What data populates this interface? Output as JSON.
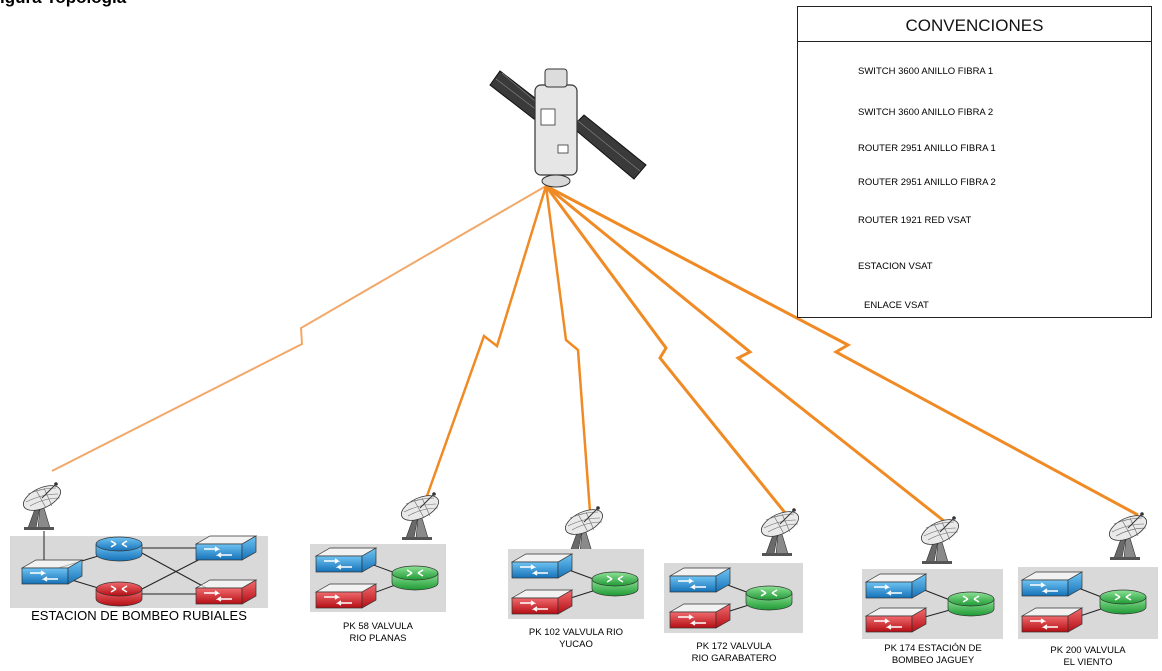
{
  "page": {
    "title_fragment": "igura  Topología"
  },
  "legend": {
    "title": "CONVENCIONES",
    "items": [
      {
        "icon": "switch-icon",
        "color": "#1e9be4",
        "label": "SWITCH 3600 ANILLO FIBRA 1"
      },
      {
        "icon": "switch-icon",
        "color": "#e4141c",
        "label": "SWITCH 3600 ANILLO FIBRA 2"
      },
      {
        "icon": "router-icon",
        "color": "#1e9be4",
        "label": "ROUTER 2951 ANILLO FIBRA 1"
      },
      {
        "icon": "router-icon",
        "color": "#e4141c",
        "label": "ROUTER 2951 ANILLO FIBRA 2"
      },
      {
        "icon": "router-icon",
        "color": "#33c04a",
        "label": "ROUTER 1921 RED VSAT"
      },
      {
        "icon": "satellite-dish-icon",
        "color": "#555555",
        "label": "ESTACION VSAT"
      },
      {
        "icon": "lightning-link-icon",
        "color": "#f08a24",
        "label": "ENLACE VSAT"
      }
    ]
  },
  "hub": {
    "icon": "satellite-icon"
  },
  "sites": [
    {
      "id": "rubiales",
      "label": "ESTACION DE BOMBEO RUBIALES"
    },
    {
      "id": "pk58",
      "line1": "PK 58 VALVULA",
      "line2": "RIO PLANAS"
    },
    {
      "id": "pk102",
      "line1": "PK 102 VALVULA RIO",
      "line2": "YUCAO"
    },
    {
      "id": "pk172",
      "line1": "PK 172 VALVULA",
      "line2": "RIO GARABATERO"
    },
    {
      "id": "pk174",
      "line1": "PK  174 ESTACIÓN DE",
      "line2": "BOMBEO JAGUEY"
    },
    {
      "id": "pk200",
      "line1": "PK 200  VALVULA",
      "line2": "EL VIENTO"
    }
  ],
  "colors": {
    "fiber1": "#1e9be4",
    "fiber2": "#e4141c",
    "vsat_router": "#33c04a",
    "vsat_link": "#f08a24",
    "site_panel": "#d9d9d9"
  }
}
